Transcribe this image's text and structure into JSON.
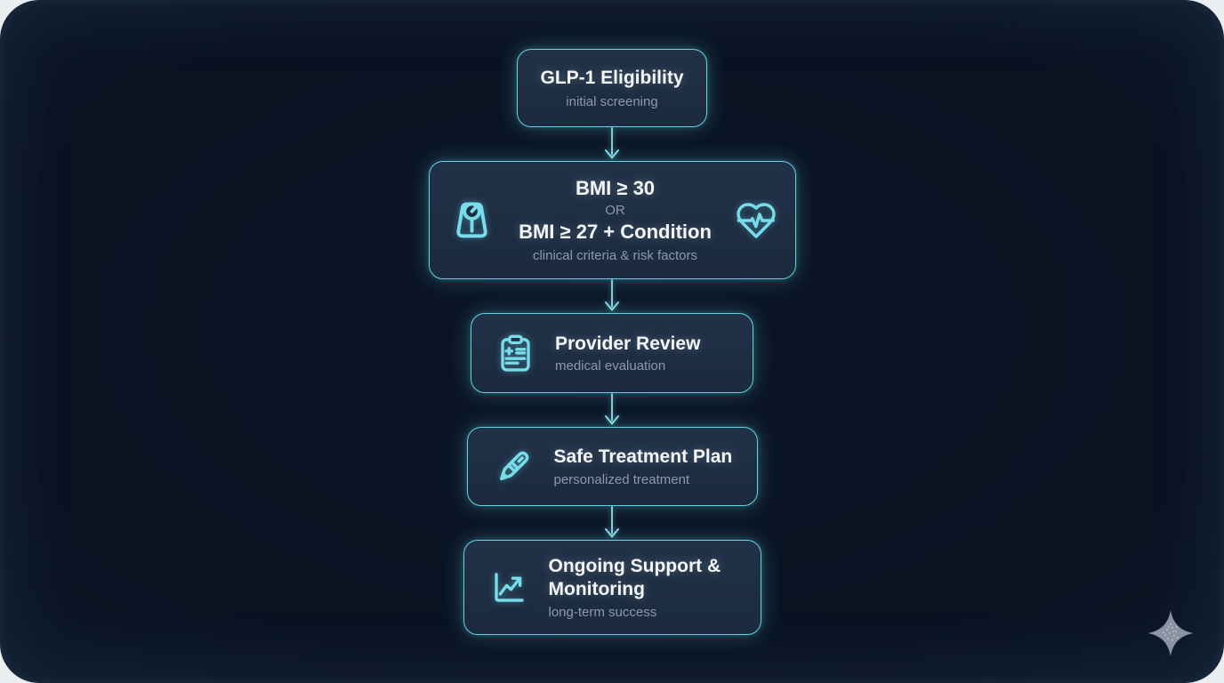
{
  "theme": {
    "page_background": "#eceff1",
    "card_background": "#0a1322",
    "node_background": "#1d2c3f",
    "accent_border": "#62d4e4",
    "title_color": "#f4f7fa",
    "subtitle_color": "#8c99aa",
    "icon_color": "#79dcea",
    "arrow_color": "#8edeea",
    "logo_color": "#8b93a3"
  },
  "flowchart": {
    "nodes": [
      {
        "id": "glp1-eligibility",
        "title": "GLP-1 Eligibility",
        "subtitle": "initial screening"
      },
      {
        "id": "bmi-criteria",
        "title_top": "BMI ≥ 30",
        "connector": "OR",
        "title_bottom": "BMI ≥ 27 + Condition",
        "subtitle": "clinical criteria & risk factors",
        "left_icon": "weight-scale-icon",
        "right_icon": "heart-pulse-icon"
      },
      {
        "id": "provider-review",
        "title": "Provider Review",
        "subtitle": "medical evaluation",
        "icon": "medical-clipboard-icon"
      },
      {
        "id": "safe-treatment-plan",
        "title": "Safe Treatment Plan",
        "subtitle": "personalized treatment",
        "icon": "injection-pen-icon"
      },
      {
        "id": "ongoing-support",
        "title": "Ongoing Support & Monitoring",
        "subtitle": "long-term success",
        "icon": "trend-chart-icon"
      }
    ]
  },
  "logo": {
    "icon": "sparkle-logo-icon"
  }
}
